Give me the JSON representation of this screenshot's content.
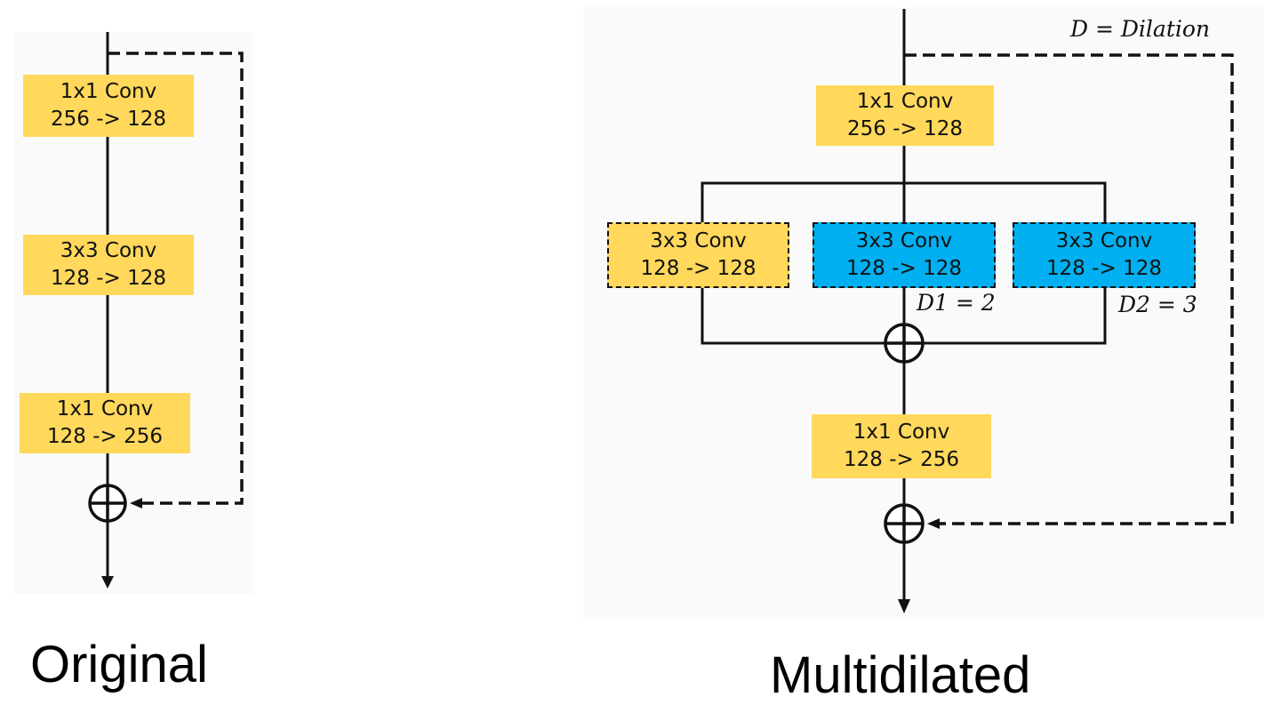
{
  "colors": {
    "conv_yellow": "#FFD85C",
    "dilated_blue": "#00B0F0",
    "line": "#111111",
    "panel_bg": "#FAFAFA"
  },
  "original": {
    "caption": "Original",
    "blocks": [
      {
        "line1": "1x1 Conv",
        "line2": "256 -> 128"
      },
      {
        "line1": "3x3 Conv",
        "line2": "128 -> 128"
      },
      {
        "line1": "1x1 Conv",
        "line2": "128 -> 256"
      }
    ]
  },
  "multidilated": {
    "caption": "Multidilated",
    "legend": "D = Dilation",
    "top_block": {
      "line1": "1x1 Conv",
      "line2": "256 -> 128"
    },
    "branches": [
      {
        "line1": "3x3 Conv",
        "line2": "128 -> 128",
        "dilation_label": ""
      },
      {
        "line1": "3x3 Conv",
        "line2": "128 -> 128",
        "dilation_label": "D1 = 2"
      },
      {
        "line1": "3x3 Conv",
        "line2": "128 -> 128",
        "dilation_label": "D2 = 3"
      }
    ],
    "bottom_block": {
      "line1": "1x1 Conv",
      "line2": "128 -> 256"
    }
  }
}
